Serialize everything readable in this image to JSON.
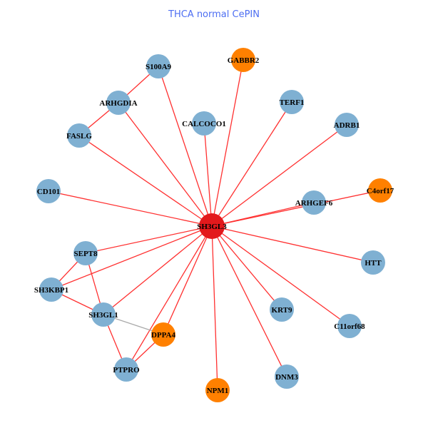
{
  "title": "THCA normal CePIN",
  "colors": {
    "center": "#e3191c",
    "default": "#7fb0d2",
    "highlight": "#ff8000",
    "edge": "#ff3030",
    "edge_gray": "#aaaaaa"
  },
  "nodes": [
    {
      "id": "SH3GL3",
      "type": "center"
    },
    {
      "id": "S100A9",
      "type": "default"
    },
    {
      "id": "GABBR2",
      "type": "highlight"
    },
    {
      "id": "ARHGDIA",
      "type": "default"
    },
    {
      "id": "TERF1",
      "type": "default"
    },
    {
      "id": "CALCOCO1",
      "type": "default"
    },
    {
      "id": "ADRB1",
      "type": "default"
    },
    {
      "id": "FASLG",
      "type": "default"
    },
    {
      "id": "CD101",
      "type": "default"
    },
    {
      "id": "ARHGEF6",
      "type": "default"
    },
    {
      "id": "C4orf17",
      "type": "highlight"
    },
    {
      "id": "SEPT8",
      "type": "default"
    },
    {
      "id": "HTT",
      "type": "default"
    },
    {
      "id": "SH3KBP1",
      "type": "default"
    },
    {
      "id": "KRT9",
      "type": "default"
    },
    {
      "id": "SH3GL1",
      "type": "default"
    },
    {
      "id": "C11orf68",
      "type": "default"
    },
    {
      "id": "DPPA4",
      "type": "highlight"
    },
    {
      "id": "PTPRO",
      "type": "default"
    },
    {
      "id": "NPM1",
      "type": "highlight"
    },
    {
      "id": "DNM3",
      "type": "default"
    }
  ],
  "edges": [
    [
      "SH3GL3",
      "S100A9"
    ],
    [
      "SH3GL3",
      "GABBR2"
    ],
    [
      "SH3GL3",
      "ARHGDIA"
    ],
    [
      "SH3GL3",
      "TERF1"
    ],
    [
      "SH3GL3",
      "CALCOCO1"
    ],
    [
      "SH3GL3",
      "ADRB1"
    ],
    [
      "SH3GL3",
      "FASLG"
    ],
    [
      "SH3GL3",
      "CD101"
    ],
    [
      "SH3GL3",
      "ARHGEF6"
    ],
    [
      "SH3GL3",
      "C4orf17"
    ],
    [
      "SH3GL3",
      "SEPT8"
    ],
    [
      "SH3GL3",
      "HTT"
    ],
    [
      "SH3GL3",
      "SH3KBP1"
    ],
    [
      "SH3GL3",
      "KRT9"
    ],
    [
      "SH3GL3",
      "SH3GL1"
    ],
    [
      "SH3GL3",
      "C11orf68"
    ],
    [
      "SH3GL3",
      "DPPA4"
    ],
    [
      "SH3GL3",
      "PTPRO"
    ],
    [
      "SH3GL3",
      "NPM1"
    ],
    [
      "SH3GL3",
      "DNM3"
    ],
    [
      "S100A9",
      "ARHGDIA"
    ],
    [
      "ARHGDIA",
      "FASLG"
    ],
    [
      "SEPT8",
      "SH3KBP1"
    ],
    [
      "SEPT8",
      "SH3GL1"
    ],
    [
      "SH3KBP1",
      "SH3GL1"
    ],
    [
      "SH3GL1",
      "PTPRO"
    ],
    [
      "DPPA4",
      "PTPRO"
    ],
    {
      "from": "SH3GL1",
      "to": "DPPA4",
      "gray": true
    }
  ]
}
